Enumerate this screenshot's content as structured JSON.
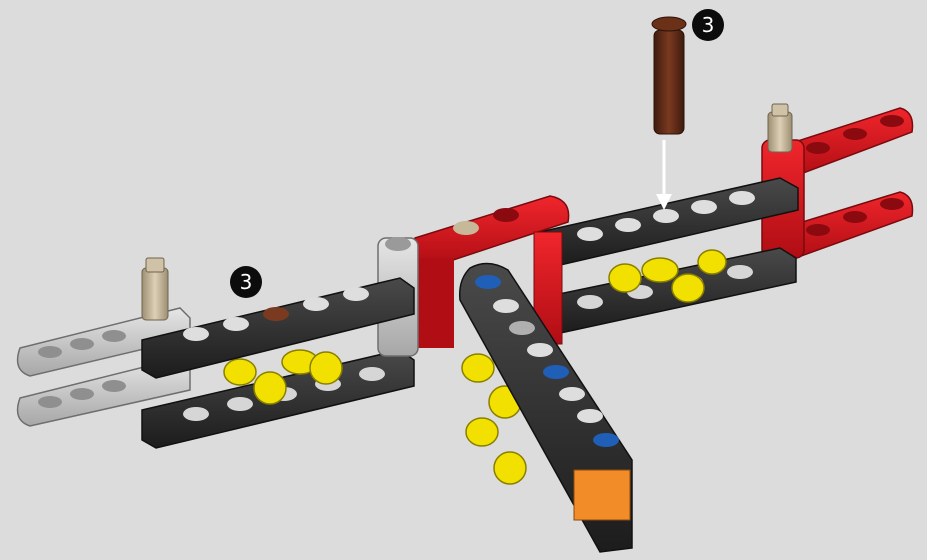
{
  "callouts": {
    "pin_quantity": "3",
    "hole_quantity": "3"
  },
  "colors": {
    "background": "#dcdcdc",
    "beam_black": "#2b2b2b",
    "beam_red": "#d8131b",
    "beam_light_gray": "#bcbcbc",
    "connector_yellow": "#f2e100",
    "pin_brown": "#5a2a17",
    "pin_blue": "#1f5fb8",
    "accent_orange": "#f28c28",
    "axle_tan": "#c8b89a",
    "badge": "#0c0c0c"
  },
  "icons": [
    "axle-pin-icon",
    "down-arrow-icon",
    "step-count-badge"
  ]
}
